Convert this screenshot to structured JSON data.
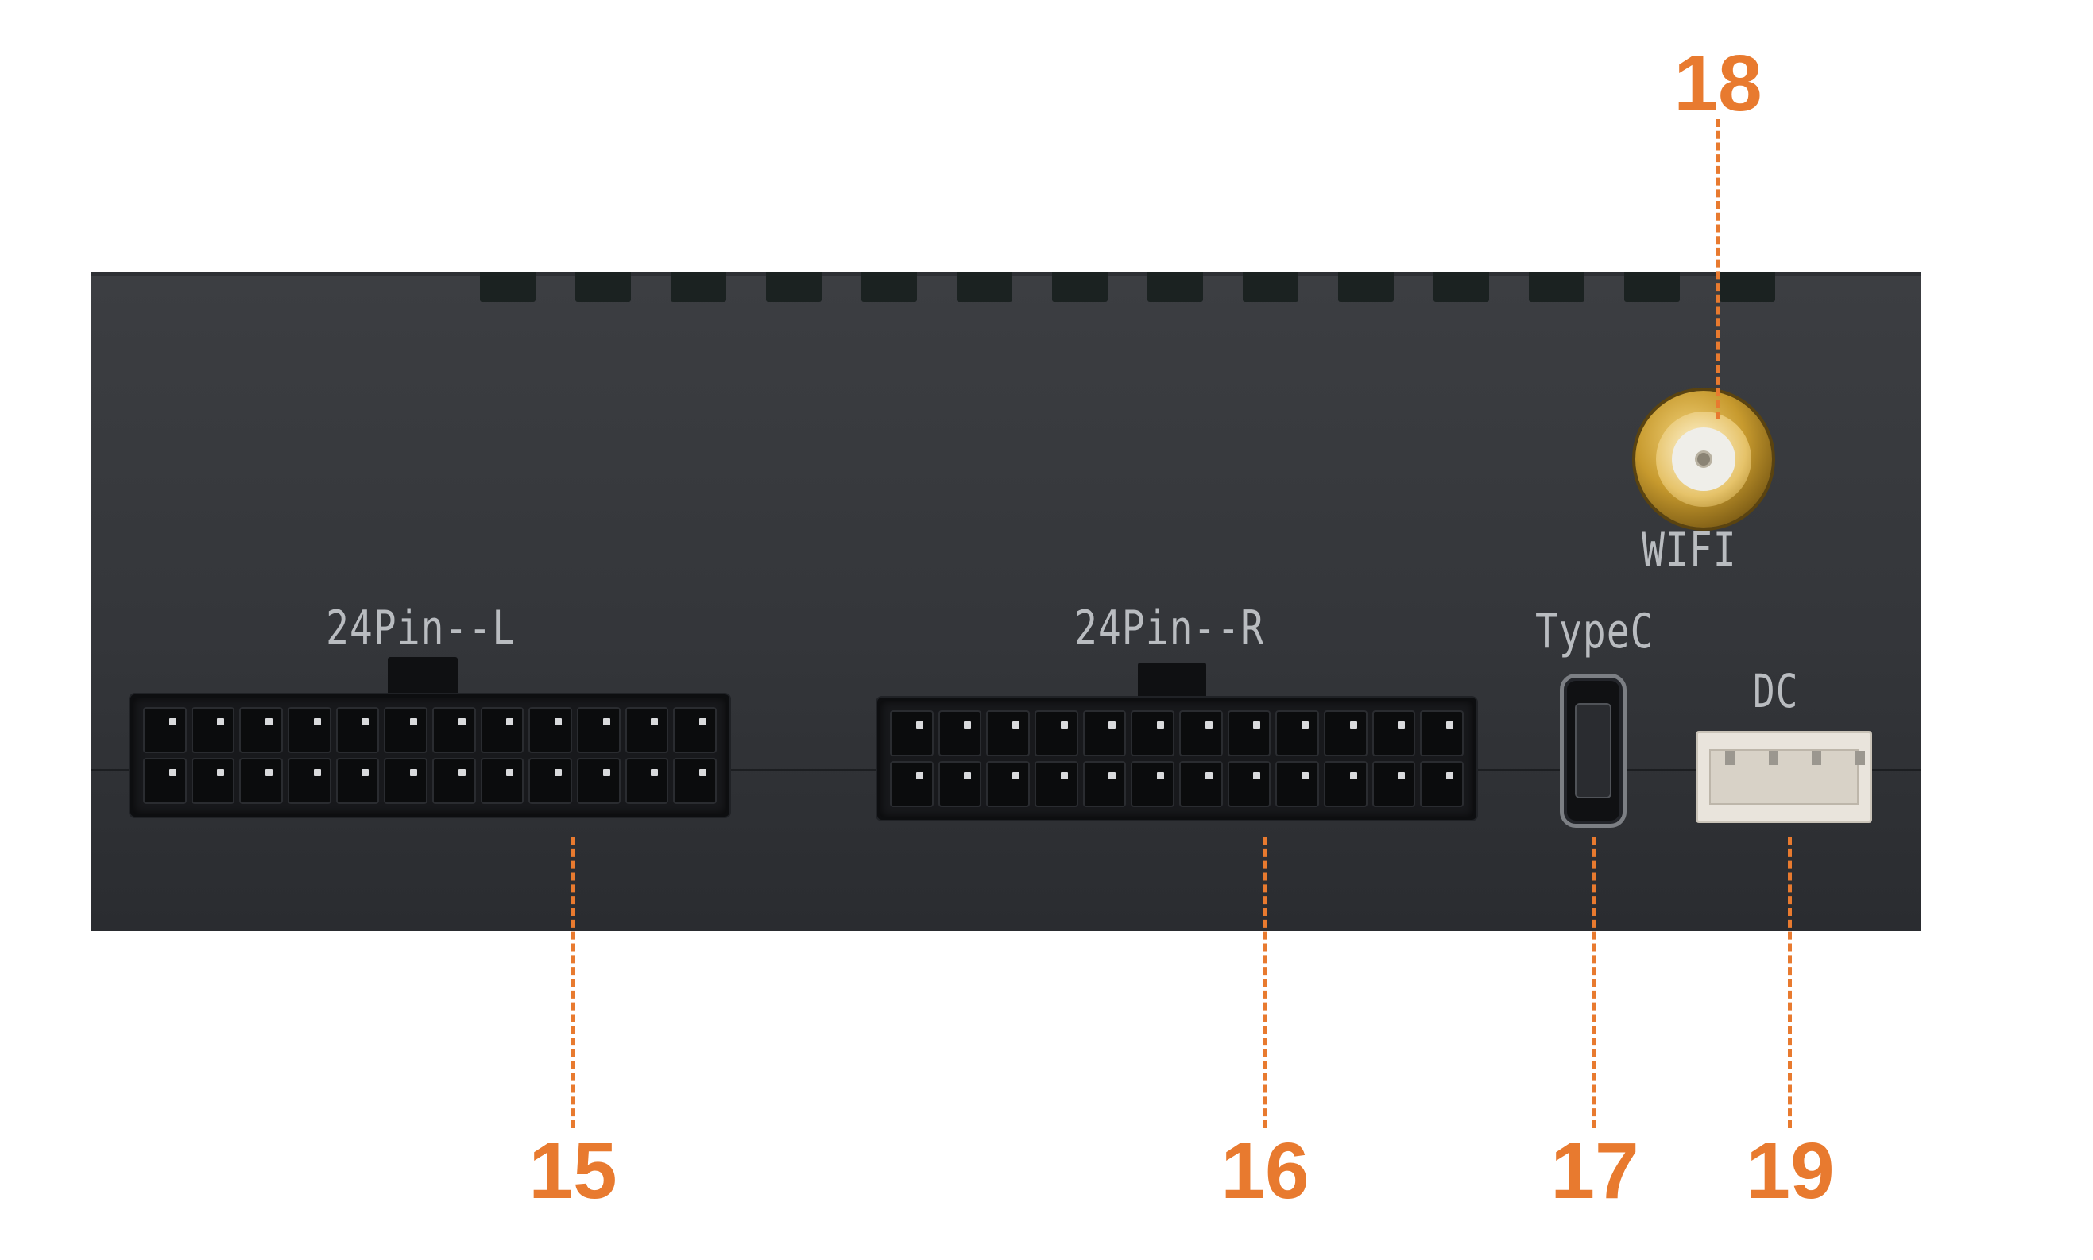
{
  "labels": {
    "conn_left": "24Pin--L",
    "conn_right": "24Pin--R",
    "typec": "TypeC",
    "wifi": "WIFI",
    "dc": "DC"
  },
  "callouts": {
    "c15": "15",
    "c16": "16",
    "c17": "17",
    "c18": "18",
    "c19": "19"
  },
  "connectors": {
    "pin_rows": 2,
    "pins_per_row": 12,
    "dc_pins": 4
  },
  "colors": {
    "callout": "#e87a2f",
    "panel": "#36383c",
    "silkscreen": "#b9bcc0",
    "antenna_gold": "#c79a2e"
  },
  "icons": {
    "antenna": "sma-antenna-connector-icon",
    "usb": "usb-c-port-icon"
  }
}
